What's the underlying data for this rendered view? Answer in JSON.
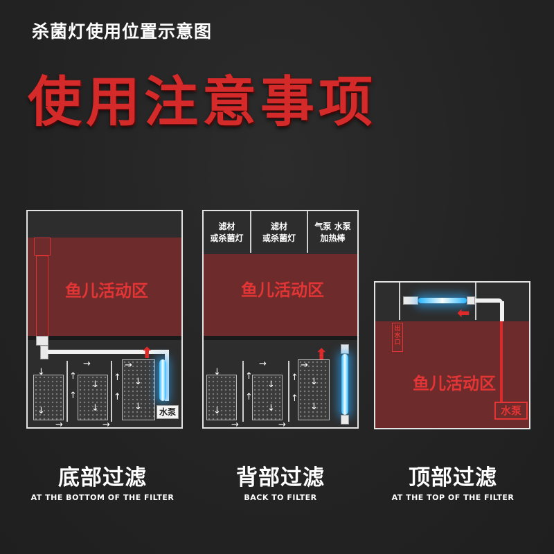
{
  "header": {
    "subtitle": "杀菌灯使用位置示意图",
    "title": "使用注意事项"
  },
  "colors": {
    "accent_red": "#d52a2a",
    "fish_zone": "#6e2b2b",
    "uv_blue": "#2ab6ff"
  },
  "panels": [
    {
      "fish_zone_label": "鱼儿活动区",
      "pump_label": "水泵",
      "caption": "底部过滤",
      "caption_en": "AT THE BOTTOM OF THE FILTER"
    },
    {
      "fish_zone_label": "鱼儿活动区",
      "top_labels": [
        "滤材\n或杀菌灯",
        "滤材\n或杀菌灯",
        "气泵 水泵\n加热棒"
      ],
      "caption": "背部过滤",
      "caption_en": "BACK TO FILTER"
    },
    {
      "fish_zone_label": "鱼儿活动区",
      "pump_label": "水泵",
      "outlet_label": "出\n水\n口",
      "caption": "顶部过滤",
      "caption_en": "AT THE TOP OF THE FILTER"
    }
  ],
  "icons": {
    "flow_arrow": "white-flow-arrow-icon",
    "water_direction": "red-arrow-icon"
  }
}
